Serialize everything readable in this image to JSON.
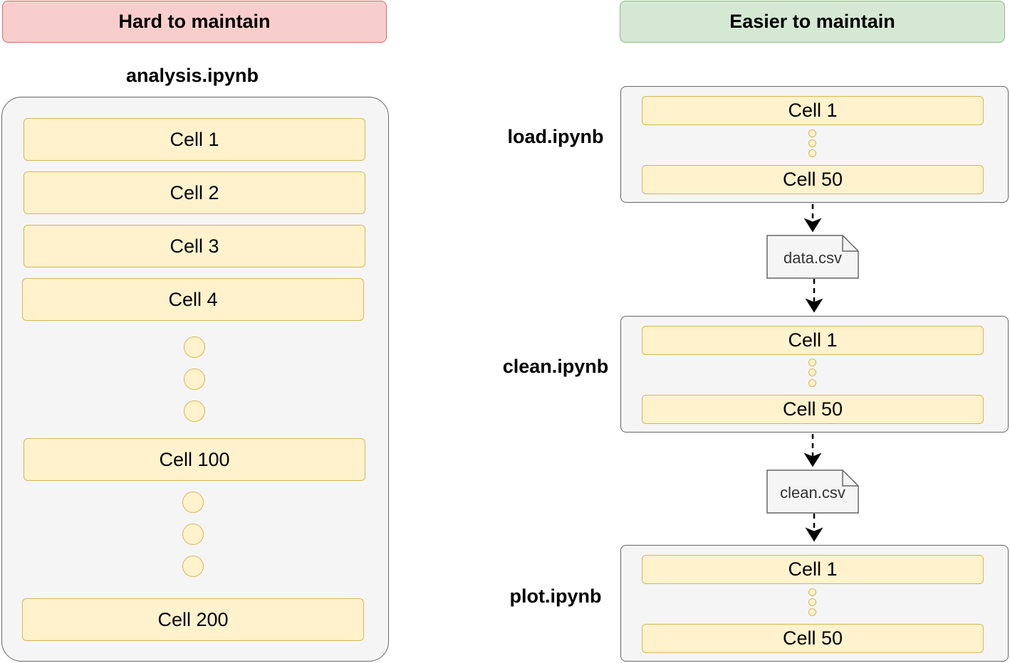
{
  "headers": {
    "hard": "Hard to maintain",
    "easy": "Easier to maintain"
  },
  "monolith": {
    "title": "analysis.ipynb",
    "cells": [
      "Cell 1",
      "Cell 2",
      "Cell 3",
      "Cell 4",
      "Cell 100",
      "Cell 200"
    ]
  },
  "pipeline": {
    "load": {
      "title": "load.ipynb",
      "first": "Cell 1",
      "last": "Cell 50"
    },
    "clean": {
      "title": "clean.ipynb",
      "first": "Cell 1",
      "last": "Cell 50"
    },
    "plot": {
      "title": "plot.ipynb",
      "first": "Cell 1",
      "last": "Cell 50"
    },
    "files": [
      "data.csv",
      "clean.csv"
    ]
  },
  "colors": {
    "bad_header": "#f8cecc",
    "good_header": "#d5e8d4",
    "cell_fill": "#fff2cc",
    "cell_border": "#d6b656",
    "container": "#f5f5f5"
  }
}
